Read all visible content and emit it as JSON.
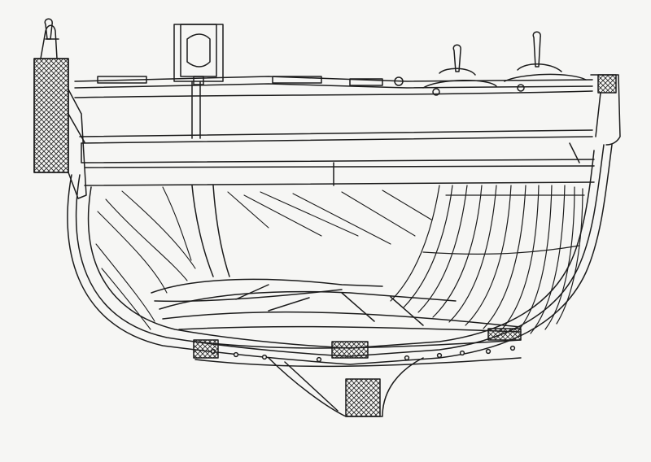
{
  "drawing": {
    "kind": "hull-cross-section",
    "ink_color": "#1c1c1c",
    "paper_color": "#f6f6f4",
    "hatch_color": "#2a2a2a",
    "left_gunwale_pins": 1,
    "right_gunwale_pins": 2,
    "side_frames": 14,
    "keel_plank_rivets": 9,
    "deck_beams": 3
  }
}
